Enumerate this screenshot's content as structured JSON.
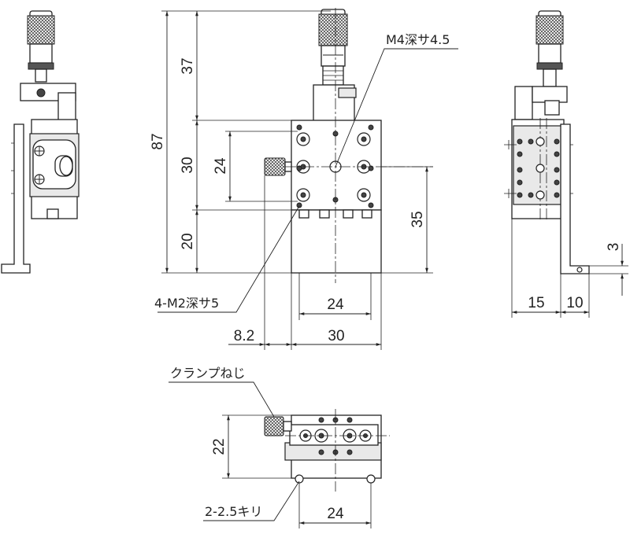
{
  "dimensions": {
    "d87": "87",
    "d37": "37",
    "d30v": "30",
    "d24v": "24",
    "d20": "20",
    "d35": "35",
    "d24h": "24",
    "d8_2": "8.2",
    "d30h": "30",
    "d15": "15",
    "d10": "10",
    "d3": "3",
    "d22": "22",
    "d24b": "24"
  },
  "labels": {
    "m4_depth": "M4深サ4.5",
    "m2_depth": "4-M2深サ5",
    "clamp_screw": "クランプねじ",
    "drill_holes": "2-2.5キリ"
  },
  "colors": {
    "line": "#222222",
    "fill_part": "#ffffff",
    "fill_shade": "#e9e9e9"
  }
}
